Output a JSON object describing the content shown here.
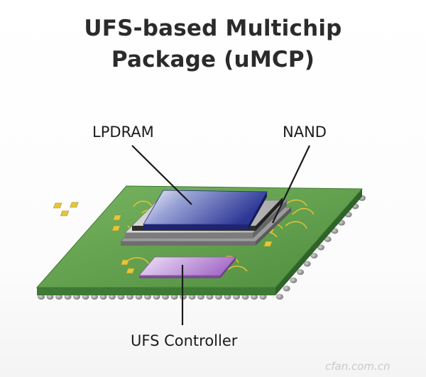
{
  "title": {
    "line1": "UFS-based Multichip",
    "line2": "Package (uMCP)"
  },
  "labels": {
    "lpdram": "LPDRAM",
    "nand": "NAND",
    "controller": "UFS Controller"
  },
  "watermark": "cfan.com.cn",
  "colors": {
    "pcb": "#5a9a48",
    "pcb_edge": "#3f7a34",
    "lpdram": "#3a48a8",
    "controller": "#b98ad6",
    "substrate": "#b4b4b4",
    "pads": "#e2c43a",
    "solder_balls": "#8c8c8c"
  }
}
